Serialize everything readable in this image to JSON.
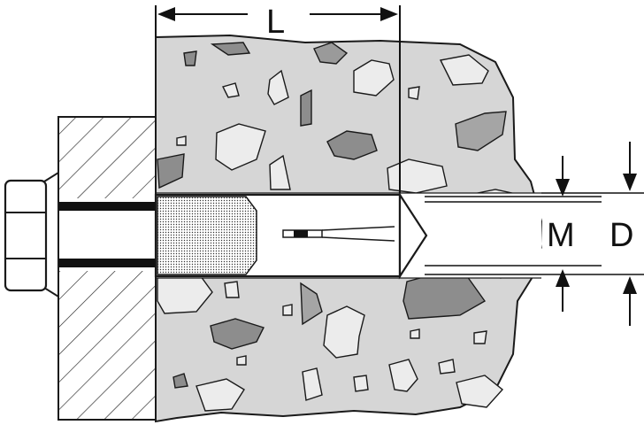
{
  "dimensions": {
    "length_label": "L",
    "thread_label": "M",
    "diameter_label": "D"
  },
  "colors": {
    "concrete": "#d6d6d6",
    "aggregate_light": "#ececec",
    "aggregate_dark": "#8d8d8d",
    "outline": "#1a1a1a",
    "background": "#ffffff"
  },
  "icons": [
    "hex-nut-icon",
    "anchor-sleeve-icon",
    "wedge-cone-icon",
    "hatched-plate-icon"
  ]
}
